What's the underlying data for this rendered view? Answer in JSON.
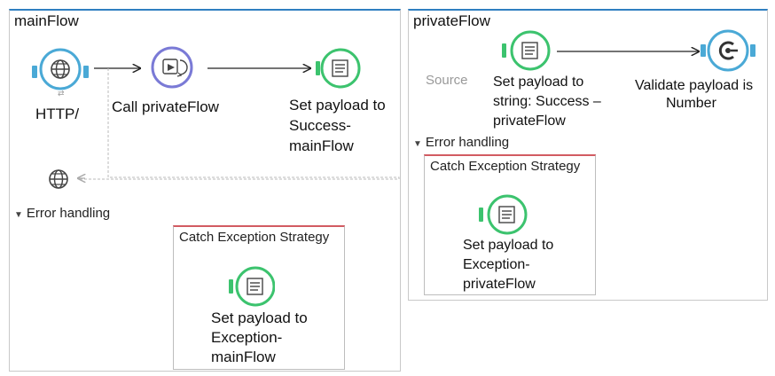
{
  "main_flow": {
    "title": "mainFlow",
    "http_label": "HTTP/",
    "call_label": "Call privateFlow",
    "set_label": [
      "Set payload to",
      "Success-",
      "mainFlow"
    ],
    "error_handling": "Error handling",
    "catch_title": "Catch Exception Strategy",
    "catch_set_label": [
      "Set payload to",
      "Exception-",
      "mainFlow"
    ]
  },
  "private_flow": {
    "title": "privateFlow",
    "source": "Source",
    "set_label": [
      "Set payload to",
      "string: Success –",
      "privateFlow"
    ],
    "validate_label": [
      "Validate payload is",
      "Number"
    ],
    "error_handling": "Error handling",
    "catch_title": "Catch Exception Strategy",
    "catch_set_label": [
      "Set payload to",
      "Exception-",
      "privateFlow"
    ]
  },
  "colors": {
    "flow_border": "#2f7fc1",
    "catch_border": "#d25b62",
    "http": "#4aa9d6",
    "call": "#7a7ad6",
    "setpayload": "#3cc36e",
    "validate": "#4aa9d6"
  },
  "icons": [
    "globe-icon",
    "flow-reference-icon",
    "set-payload-icon",
    "validator-icon"
  ]
}
